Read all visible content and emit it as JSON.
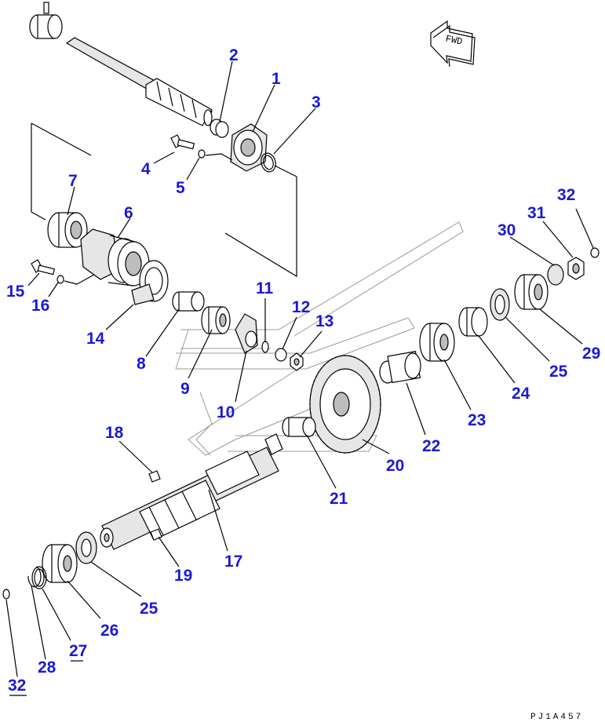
{
  "diagram": {
    "drawing_code": "PJ1A457",
    "fwd_label": "FWD",
    "label_color": "#1a1ad2",
    "callouts": [
      {
        "id": "c1",
        "text": "1"
      },
      {
        "id": "c2",
        "text": "2"
      },
      {
        "id": "c3",
        "text": "3"
      },
      {
        "id": "c4",
        "text": "4"
      },
      {
        "id": "c5",
        "text": "5"
      },
      {
        "id": "c6",
        "text": "6"
      },
      {
        "id": "c7",
        "text": "7"
      },
      {
        "id": "c8",
        "text": "8"
      },
      {
        "id": "c9",
        "text": "9"
      },
      {
        "id": "c10",
        "text": "10"
      },
      {
        "id": "c11",
        "text": "11"
      },
      {
        "id": "c12",
        "text": "12"
      },
      {
        "id": "c13",
        "text": "13"
      },
      {
        "id": "c14",
        "text": "14"
      },
      {
        "id": "c15",
        "text": "15"
      },
      {
        "id": "c16",
        "text": "16"
      },
      {
        "id": "c17",
        "text": "17"
      },
      {
        "id": "c18",
        "text": "18"
      },
      {
        "id": "c19",
        "text": "19"
      },
      {
        "id": "c20",
        "text": "20"
      },
      {
        "id": "c21",
        "text": "21"
      },
      {
        "id": "c22",
        "text": "22"
      },
      {
        "id": "c23",
        "text": "23"
      },
      {
        "id": "c24",
        "text": "24"
      },
      {
        "id": "c25a",
        "text": "25"
      },
      {
        "id": "c25b",
        "text": "25"
      },
      {
        "id": "c26",
        "text": "26"
      },
      {
        "id": "c27",
        "text": "27"
      },
      {
        "id": "c28",
        "text": "28"
      },
      {
        "id": "c29",
        "text": "29"
      },
      {
        "id": "c30",
        "text": "30"
      },
      {
        "id": "c31",
        "text": "31"
      },
      {
        "id": "c32a",
        "text": "32"
      },
      {
        "id": "c32b",
        "text": "32"
      }
    ]
  }
}
